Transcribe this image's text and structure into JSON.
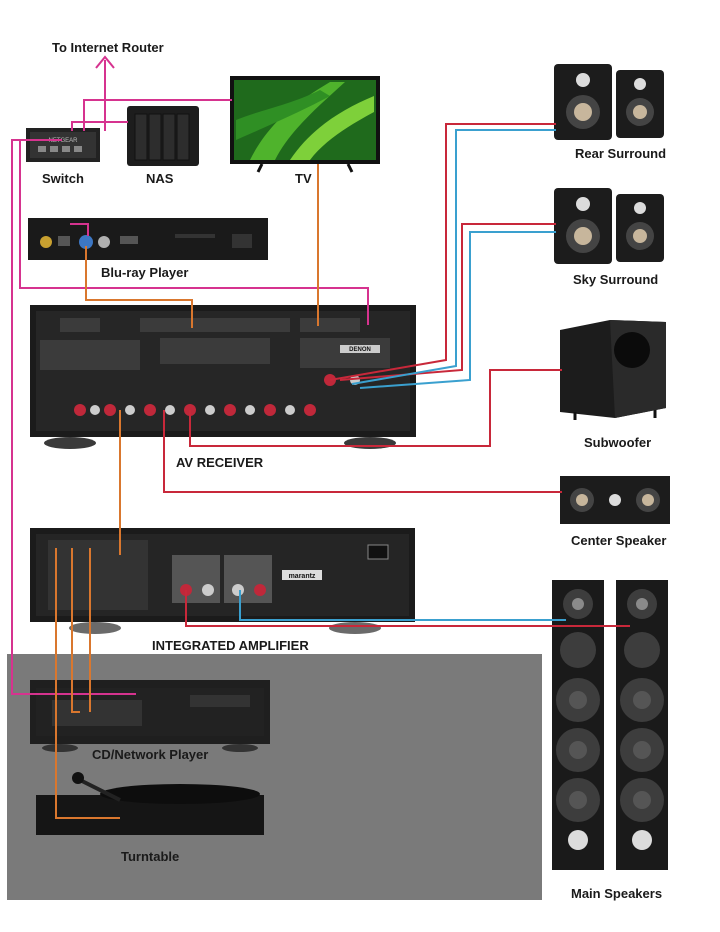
{
  "labels": {
    "router": "To Internet Router",
    "switch": "Switch",
    "nas": "NAS",
    "tv": "TV",
    "bluray": "Blu-ray Player",
    "av_receiver": "AV RECEIVER",
    "integrated_amp": "INTEGRATED AMPLIFIER",
    "cd_player": "CD/Network Player",
    "turntable": "Turntable",
    "rear_surround": "Rear Surround",
    "sky_surround": "Sky Surround",
    "subwoofer": "Subwoofer",
    "center_speaker": "Center Speaker",
    "main_speakers": "Main Speakers"
  },
  "device_text": {
    "switch_brand": "NETGEAR",
    "receiver_brand": "DENON",
    "amp_brand": "marantz"
  },
  "colors": {
    "network_cable": "#d6338f",
    "analog_cable": "#d9772e",
    "speaker_red": "#c8283a",
    "speaker_blue": "#3aa0cf",
    "device_dark": "#1b1b1b",
    "panel_grey": "#7a7a7a"
  }
}
